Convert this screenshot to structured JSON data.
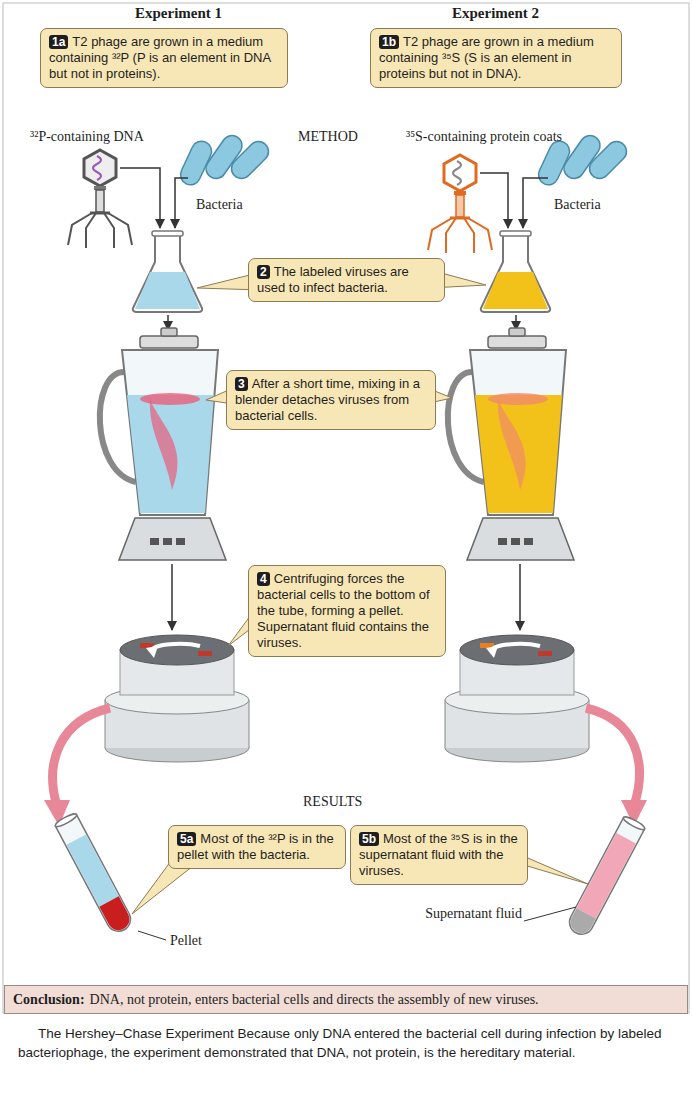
{
  "diagram": {
    "caption": "The Hershey–Chase Experiment Because only DNA entered the bacterial cell during infection by labeled bacteriophage, the experiment demonstrated that DNA, not protein, is the hereditary material.",
    "nodes": [
      {
        "text": [
          "1a",
          "T2 phage are grown in a medium containing ³²P (P is an element in DNA but not in proteins)."
        ]
      },
      {
        "text": [
          "1b",
          "T2 phage are grown in a medium containing ³⁵S (S is an element in proteins but not in DNA)."
        ]
      },
      {
        "text": [
          "2",
          "The labeled viruses are used to infect bacteria."
        ]
      },
      {
        "text": [
          "3",
          "After a short time, mixing in a blender detaches viruses from bacterial cells."
        ]
      },
      {
        "text": [
          "4",
          "Centrifuging forces the bacterial cells to the bottom of the tube, forming a pellet. Supernatant fluid contains the viruses."
        ]
      },
      {
        "text": [
          "5a",
          "Most of the ³²P is in the pellet with the bacteria."
        ]
      },
      {
        "text": [
          "5b",
          "Most of the ³⁵S is in the supernatant fluid with the viruses."
        ]
      },
      {
        "text": [
          "Conclusion:",
          "DNA, not protein, enters bacterial cells and directs the assembly of new viruses."
        ]
      }
    ],
    "labels": [
      "Experiment 1",
      "Experiment 2",
      "³²P-containing DNA",
      "METHOD",
      "³⁵S-containing protein coats",
      "Bacteria",
      "Bacteria",
      "RESULTS",
      "Pellet",
      "Supernatant fluid"
    ]
  }
}
